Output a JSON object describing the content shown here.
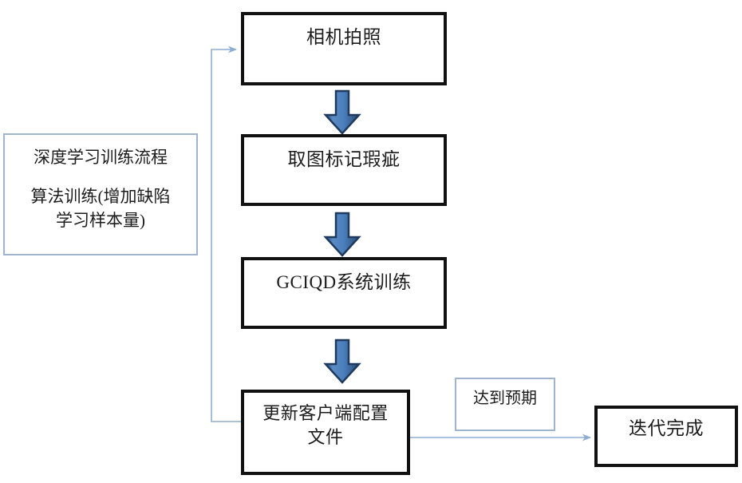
{
  "diagram": {
    "title_note": {
      "name": "deep-learning-training-note",
      "line1": "深度学习训练流程",
      "line2": "算法训练(增加缺陷\n学习样本量)"
    },
    "process_steps": [
      {
        "id": "step-camera-capture",
        "label": "相机拍照"
      },
      {
        "id": "step-mark-defects",
        "label": "取图标记瑕疵"
      },
      {
        "id": "step-gciqd-training",
        "label": "GCIQD系统训练"
      },
      {
        "id": "step-update-config",
        "label": "更新客户端配置\n文件"
      }
    ],
    "condition_label": {
      "id": "condition-meets-expectation",
      "label": "达到预期"
    },
    "terminal": {
      "id": "terminal-iteration-complete",
      "label": "迭代完成"
    },
    "arrows": [
      {
        "id": "block-arrow-1",
        "from": "step-camera-capture",
        "to": "step-mark-defects",
        "style": "block-down"
      },
      {
        "id": "block-arrow-2",
        "from": "step-mark-defects",
        "to": "step-gciqd-training",
        "style": "block-down"
      },
      {
        "id": "block-arrow-3",
        "from": "step-gciqd-training",
        "to": "step-update-config",
        "style": "block-down"
      },
      {
        "id": "feedback-connector",
        "from": "step-update-config",
        "to": "step-camera-capture",
        "style": "thin-elbow-left"
      },
      {
        "id": "completion-connector",
        "from": "step-update-config",
        "to": "terminal-iteration-complete",
        "style": "thin-straight-right"
      }
    ],
    "colors": {
      "box_border": "#111111",
      "note_border": "#9fb4ce",
      "block_arrow_fill": "#4a7ebb",
      "block_arrow_stroke": "#1f3a5f",
      "connector_line": "#8faed2",
      "text": "#1c1c1c",
      "background": "#ffffff"
    }
  }
}
